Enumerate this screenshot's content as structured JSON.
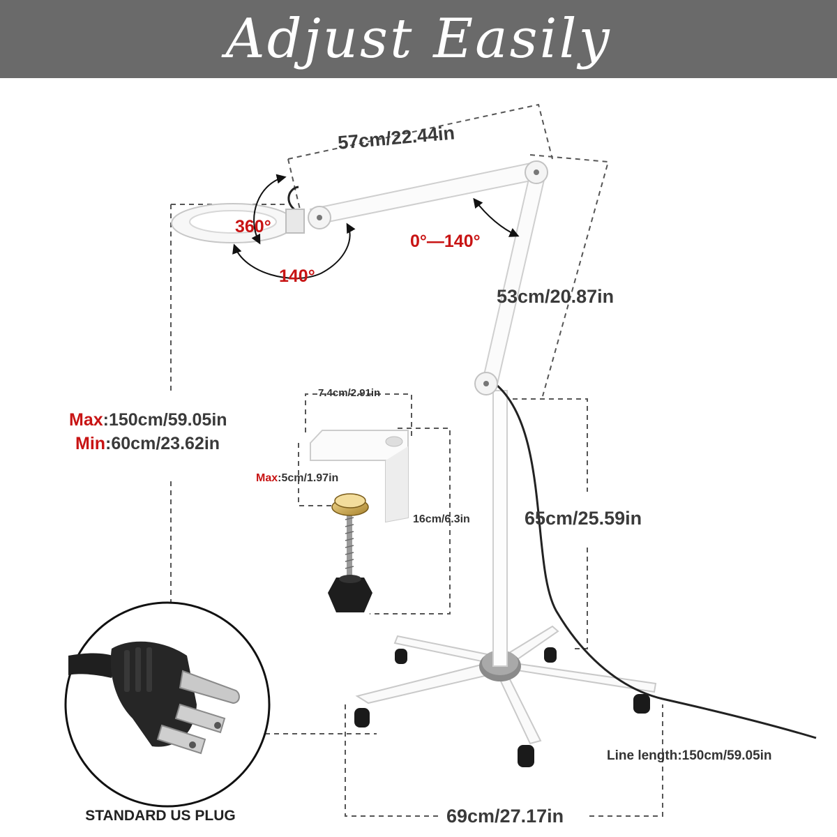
{
  "header": {
    "title": "Adjust Easily"
  },
  "dimensions": {
    "upper_arm": "57cm/22.44in",
    "lower_arm": "53cm/20.87in",
    "pole": "65cm/25.59in",
    "base_width": "69cm/27.17in",
    "clamp_width": "7.4cm/2.91in",
    "clamp_height": "16cm/6.3in",
    "line_length": "Line length:150cm/59.05in"
  },
  "height_range": {
    "max_label": "Max",
    "max_value": ":150cm/59.05in",
    "min_label": "Min",
    "min_value": ":60cm/23.62in"
  },
  "clamp_opening": {
    "label": "Max",
    "value": ":5cm/1.97in"
  },
  "angles": {
    "head_rotation": "360°",
    "head_tilt": "140°",
    "arm_angle": "0°—140°"
  },
  "plug": {
    "caption": "STANDARD US PLUG"
  },
  "colors": {
    "banner": "#6a6a6a",
    "accent_red": "#c81414",
    "dimension_text": "#3a3a3a"
  }
}
